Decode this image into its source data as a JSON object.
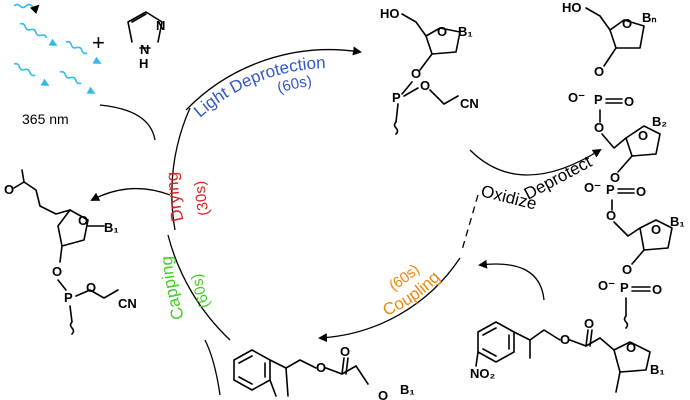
{
  "reagents": {
    "wavelength": "365 nm",
    "plus": "+",
    "imidazole_h": "H",
    "imidazole_n": "N"
  },
  "steps": {
    "light_deprotection": {
      "label": "Light Deprotection",
      "time": "(60s)",
      "color": "#3355cc"
    },
    "drying": {
      "label": "Drying",
      "time": "(30s)",
      "color": "#dd2222"
    },
    "capping": {
      "label": "Capping",
      "time": "(60s)",
      "color": "#44cc22"
    },
    "coupling": {
      "label": "Coupling",
      "time": "(60s)",
      "color": "#ee8811"
    },
    "oxidize": {
      "label": "Oxidize"
    },
    "deprotect": {
      "label": "Deprotect"
    }
  },
  "atoms": {
    "ho": "HO",
    "o": "O",
    "p": "P",
    "cn": "CN",
    "o_minus": "O⁻",
    "no2": "NO₂"
  },
  "bases": {
    "b1": "B₁",
    "b2": "B₂",
    "bn": "Bₙ",
    "b1_color": "#dd1111",
    "b2_color": "#44cc22",
    "bn_color": "#3355cc"
  }
}
